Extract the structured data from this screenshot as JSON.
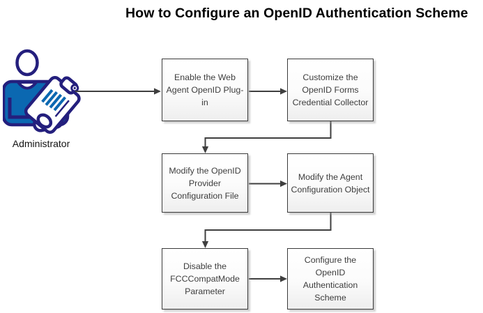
{
  "title": "How to Configure an OpenID Authentication Scheme",
  "actor": {
    "label": "Administrator",
    "icon": "administrator-clipboard-icon"
  },
  "flow": {
    "steps": [
      {
        "id": "enable-web-agent-openid-plugin",
        "label": "Enable the Web\nAgent OpenID Plug-\nin"
      },
      {
        "id": "customize-openid-forms-credential-collector",
        "label": "Customize the\nOpenID Forms\nCredential Collector"
      },
      {
        "id": "modify-openid-provider-configuration-file",
        "label": "Modify the OpenID\nProvider\nConfiguration File"
      },
      {
        "id": "modify-agent-configuration-object",
        "label": "Modify the Agent\nConfiguration Object"
      },
      {
        "id": "disable-fcccompatmode-parameter",
        "label": "Disable the\nFCCCompatMode\nParameter"
      },
      {
        "id": "configure-openid-authentication-scheme",
        "label": "Configure the\nOpenID\nAuthentication\nScheme"
      }
    ],
    "edges": [
      {
        "from": "administrator",
        "to": "enable-web-agent-openid-plugin"
      },
      {
        "from": "enable-web-agent-openid-plugin",
        "to": "customize-openid-forms-credential-collector"
      },
      {
        "from": "customize-openid-forms-credential-collector",
        "to": "modify-openid-provider-configuration-file"
      },
      {
        "from": "modify-openid-provider-configuration-file",
        "to": "modify-agent-configuration-object"
      },
      {
        "from": "modify-agent-configuration-object",
        "to": "disable-fcccompatmode-parameter"
      },
      {
        "from": "disable-fcccompatmode-parameter",
        "to": "configure-openid-authentication-scheme"
      }
    ]
  },
  "colors": {
    "outline_navy": "#241f7d",
    "fill_blue": "#0b68b1",
    "arrow": "#3f3f3f",
    "box_border": "#3a3a3a",
    "box_text": "#3d3d3d",
    "title_text": "#000000"
  }
}
